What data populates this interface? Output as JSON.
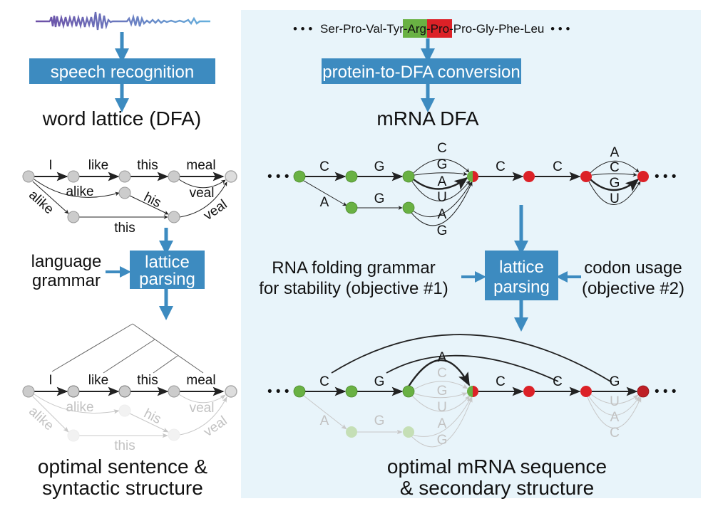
{
  "colors": {
    "panel_bg": "#e8f4fa",
    "box_blue": "#3d8bc0",
    "arrow_blue": "#3d8bc0",
    "node_gray": "#cccccc",
    "node_green": "#69b143",
    "node_red": "#dc2127",
    "node_darkred": "#be1f26",
    "highlight_green": "#69b143",
    "highlight_red": "#dc2127"
  },
  "left": {
    "waveform_icon": "audio-waveform",
    "box_speech": "speech recognition",
    "word_lattice_title": "word lattice (DFA)",
    "lattice_edges": {
      "top": [
        "I",
        "like",
        "this",
        "meal"
      ],
      "alike_curve": "alike",
      "alike_diag": "alike",
      "his": "his",
      "veal_top": "veal",
      "veal_bottom": "veal",
      "this_bottom": "this"
    },
    "grammar_label_1": "language",
    "grammar_label_2": "grammar",
    "box_parse_1": "lattice",
    "box_parse_2": "parsing",
    "caption_1": "optimal sentence &",
    "caption_2": "syntactic structure"
  },
  "right": {
    "protein_prefix": "• • •",
    "protein_seq_a": "Ser-Pro-Val-Tyr-",
    "protein_arg": "Arg",
    "protein_dash": "-",
    "protein_pro": "Pro",
    "protein_seq_b": "-Pro-Gly-Phe-Leu",
    "protein_suffix": "• • •",
    "box_conversion": "protein-to-DFA conversion",
    "mrna_title": "mRNA DFA",
    "dfa": {
      "ellipsis": "• • •",
      "e1": "C",
      "e2": "G",
      "e_lowA": "A",
      "e_lowG": "G",
      "fan1": [
        "C",
        "G",
        "A",
        "U"
      ],
      "fan1_low": [
        "A",
        "G"
      ],
      "e3": "C",
      "e4": "C",
      "fan2": [
        "A",
        "C",
        "G",
        "U"
      ]
    },
    "objective1_line1": "RNA folding grammar",
    "objective1_line2": "for stability (objective #1)",
    "objective2_line1": "codon usage",
    "objective2_line2": "(objective #2)",
    "box_parse_1": "lattice",
    "box_parse_2": "parsing",
    "result": {
      "e1": "C",
      "e2": "G",
      "arcA": "A",
      "faded_fan1": [
        "C",
        "G",
        "U"
      ],
      "faded_low": [
        "A",
        "G"
      ],
      "faded_fan1_low": [
        "A",
        "G"
      ],
      "e3": "C",
      "e4": "C",
      "e5": "G",
      "faded_fan2": [
        "U",
        "A",
        "C"
      ]
    },
    "caption_1": "optimal mRNA sequence",
    "caption_2": "& secondary structure"
  }
}
